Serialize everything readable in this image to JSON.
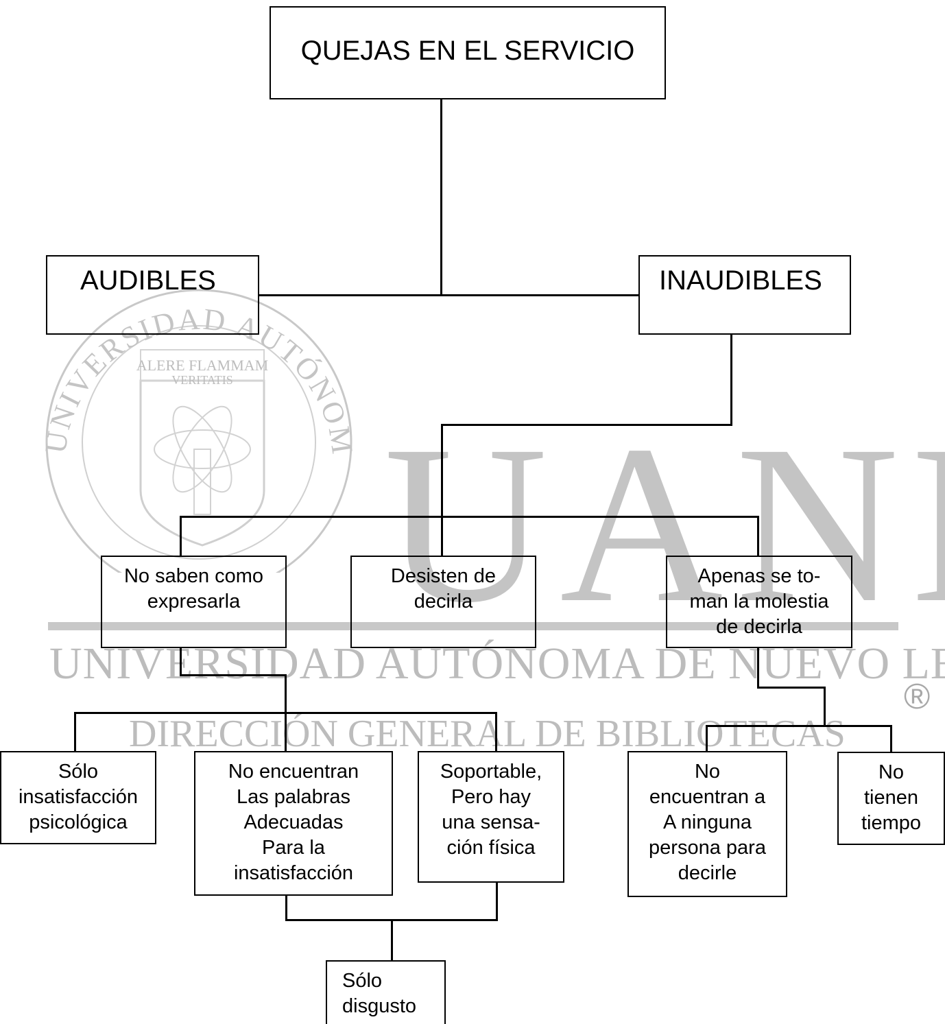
{
  "watermark": {
    "logo_text": "UANL",
    "university": "UNIVERSIDAD AUTÓNOMA DE NUEVO LEÓN",
    "directorate": "DIRECCIÓN GENERAL DE BIBLIOTECAS",
    "registered": "®",
    "seal_ring_text": "UNIVERSIDAD AUTÓNOMA DE NUEVO LEÓN",
    "seal_motto_1": "ALERE FLAMMAM",
    "seal_motto_2": "VERITATIS"
  },
  "diagram": {
    "root": "QUEJAS EN EL SERVICIO",
    "audibles": "AUDIBLES",
    "inaudibles": "INAUDIBLES",
    "no_saben": "No saben como\nexpresarla",
    "desisten": "Desisten de\ndecirla",
    "apenas": "Apenas  se  to-\nman la molestia\nde decirla",
    "solo_insatisfaccion": "Sólo\ninsatisfacción\npsicológica",
    "no_encuentran_palabras": "No encuentran\nLas palabras\nAdecuadas\nPara la\ninsatisfacción",
    "soportable": "Soportable,\nPero hay\nuna sensa-\nción física",
    "no_encuentran_persona": "No\nencuentran a\nA ninguna\npersona para\ndecirle",
    "no_tienen_tiempo": "No\ntienen\ntiempo",
    "solo_disgusto": "Sólo\ndisgusto"
  }
}
